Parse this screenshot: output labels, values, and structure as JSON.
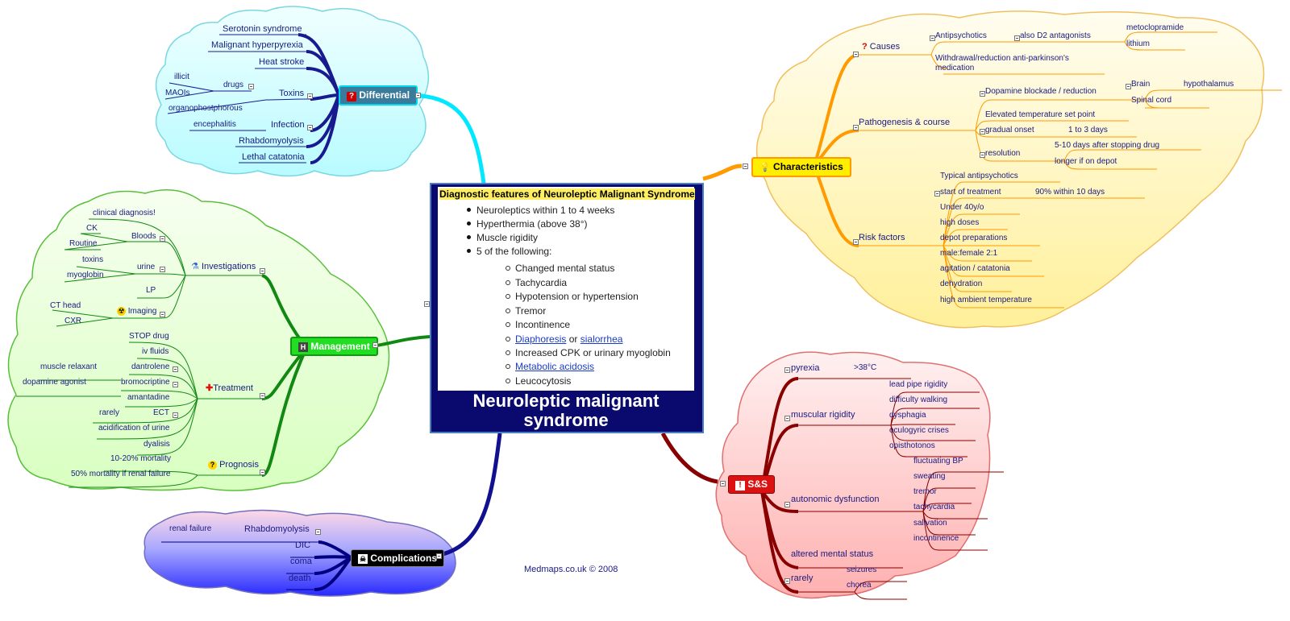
{
  "central": {
    "heading": "Diagnostic features of Neuroleptic Malignant Syndrome",
    "heading_suffix": ":",
    "bullets": [
      "Neuroleptics within 1 to 4 weeks",
      "Hyperthermia (above 38°)",
      "Muscle rigidity",
      "5 of the following:"
    ],
    "sub": [
      "Changed mental status",
      "Tachycardia",
      "Hypotension or hypertension",
      "Tremor",
      "Incontinence"
    ],
    "link_diaphoresis": "Diaphoresis",
    "or_word": "or",
    "link_sialorrhea": "sialorrhea",
    "sub_cpk": "Increased CPK or urinary myoglobin",
    "link_acidosis": "Metabolic acidosis",
    "sub_leuco": "Leucocytosis",
    "title": "Neuroleptic malignant syndrome"
  },
  "differential": {
    "label": "Differential",
    "icon": "question-icon",
    "color": "#4aa8c8",
    "items": {
      "serotonin": "Serotonin syndrome",
      "hyperpyrexia": "Malignant hyperpyrexia",
      "heatstroke": "Heat stroke",
      "toxins": "Toxins",
      "drugs": "drugs",
      "illicit": "illicit",
      "maois": "MAOIs",
      "organo": "organophostphorous",
      "infection": "Infection",
      "encephalitis": "encephalitis",
      "rhabdo": "Rhabdomyolysis",
      "catatonia": "Lethal catatonia"
    }
  },
  "management": {
    "label": "Management",
    "icon": "hospital-icon",
    "color": "#22cc22",
    "investigations": "Investigations",
    "clinical": "clinical diagnosis!",
    "ck": "CK",
    "bloods": "Bloods",
    "routine": "Routine",
    "toxins": "toxins",
    "urine": "urine",
    "myoglobin": "myoglobin",
    "lp": "LP",
    "cthead": "CT head",
    "imaging": "Imaging",
    "cxr": "CXR",
    "treatment": "Treatment",
    "stop": "STOP drug",
    "ivfluids": "iv fluids",
    "dantrolene": "dantrolene",
    "musclerelax": "muscle relaxant",
    "bromo": "bromocriptine",
    "dopamine": "dopamine agonist",
    "amantadine": "amantadine",
    "rarely": "rarely",
    "ect": "ECT",
    "acid": "acidification of urine",
    "dialysis": "dyalisis",
    "prognosis": "Prognosis",
    "mort": "10-20% mortality",
    "mort50": "50% mortality if renal failure"
  },
  "complications": {
    "label": "Complications",
    "icon": "skull-icon",
    "rhabdo": "Rhabdomyolysis",
    "renal": "renal failure",
    "dic": "DIC",
    "coma": "coma",
    "death": "death"
  },
  "characteristics": {
    "label": "Characteristics",
    "icon": "lightbulb-icon",
    "color": "#ffee00",
    "causes": "Causes",
    "antipsych": "Antipsychotics",
    "d2": "also D2 antagonists",
    "metoclopramide": "metoclopramide",
    "lithium": "lithium",
    "withdrawal1": "Withdrawal/reduction anti-parkinson's",
    "withdrawal2": "medication",
    "pathogenesis": "Pathogenesis & course",
    "dopamine": "Dopamine blockade / reduction",
    "brain": "Brain",
    "hypothalamus": "hypothalamus",
    "spinal": "Spinal cord",
    "setpoint": "Elevated temperature set point",
    "gradual": "gradual onset",
    "days13": "1 to 3 days",
    "resolution": "resolution",
    "days510": "5-10 days after stopping drug",
    "depot": "longer if on depot",
    "risk": "Risk factors",
    "typical": "Typical antipsychotics",
    "start": "start of treatment",
    "pct90": "90% within 10 days",
    "under40": "Under 40y/o",
    "high": "high doses",
    "depotprep": "depot preparations",
    "malefemale": "male:female 2:1",
    "agitation": "agitation / catatonia",
    "dehydration": "dehydration",
    "ambient": "high ambient temperature"
  },
  "ss": {
    "label": "S&S",
    "icon": "hazard-icon",
    "color": "#dd1111",
    "pyrexia": "pyrexia",
    "gt38": ">38°C",
    "muscular": "muscular rigidity",
    "leadpipe": "lead pipe rigidity",
    "walking": "difficulty walking",
    "dysphagia": "dysphagia",
    "oculogyric": "oculogyric crises",
    "opisth": "opisthotonos",
    "autonomic": "autonomic dysfunction",
    "fluct": "fluctuating BP",
    "sweating": "sweating",
    "tremor": "tremor",
    "tachy": "tachycardia",
    "saliv": "salivation",
    "incont": "incontinence",
    "altered": "altered mental status",
    "rarely": "rarely",
    "seizures": "seizures",
    "chorea": "chorea"
  },
  "footer": {
    "credit": "Medmaps.co.uk © 2008"
  }
}
